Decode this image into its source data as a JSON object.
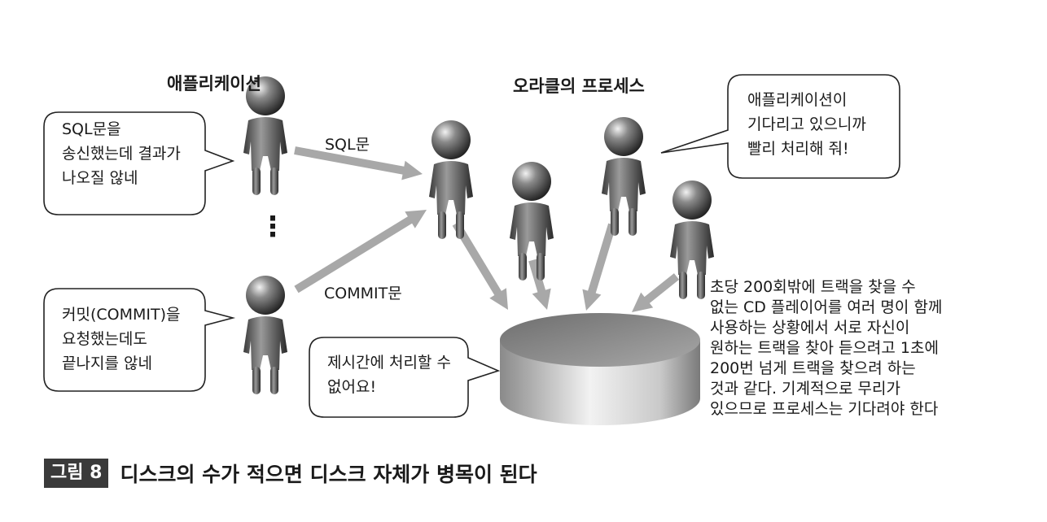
{
  "labels": {
    "application": "애플리케이션",
    "oracle_processes": "오라클의 프로세스",
    "edge_sql": "SQL문",
    "edge_commit": "COMMIT문",
    "ellipsis": "⋮"
  },
  "bubbles": {
    "app_top": [
      "SQL문을",
      "송신했는데 결과가",
      "나오질 않네"
    ],
    "app_bottom": [
      "커밋(COMMIT)을",
      "요청했는데도",
      "끝나지를 않네"
    ],
    "oracle": [
      "애플리케이션이",
      "기다리고 있으니까",
      "빨리 처리해 줘!"
    ],
    "disk": [
      "제시간에 처리할 수",
      "없어요!"
    ]
  },
  "note": [
    "초당 200회밖에 트랙을 찾을 수",
    "없는 CD 플레이어를 여러 명이 함께",
    "사용하는 상황에서 서로 자신이",
    "원하는 트랙을 찾아 듣으려고 1초에",
    "200번 넘게 트랙을 찾으려 하는",
    "것과 같다. 기계적으로 무리가",
    "있으므로 프로세스는 기다려야 한다"
  ],
  "caption": {
    "badge": "그림 8",
    "title": "디스크의 수가 적으면 디스크 자체가 병목이 된다"
  },
  "colors": {
    "arrow": "#a8a8a8",
    "figure": "#5a5a5a",
    "bubble_border": "#222222",
    "badge_bg": "#3a3a3a"
  }
}
